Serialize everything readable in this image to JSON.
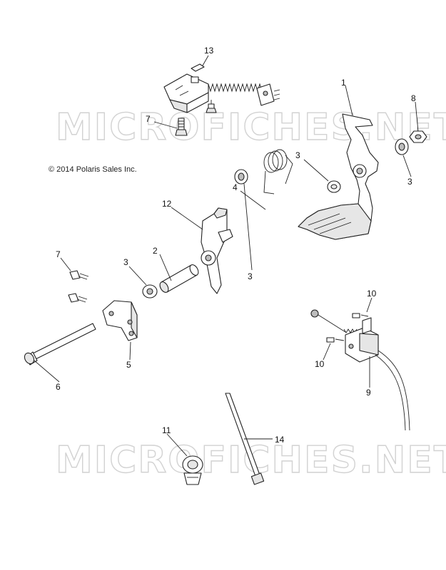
{
  "watermark_text": "MICROFICHES.NET",
  "copyright": "© 2014 Polaris Sales Inc.",
  "callouts": [
    "13",
    "7",
    "1",
    "8",
    "3",
    "3",
    "12",
    "4",
    "2",
    "3",
    "3",
    "7",
    "10",
    "10",
    "6",
    "5",
    "9",
    "11",
    "14"
  ]
}
